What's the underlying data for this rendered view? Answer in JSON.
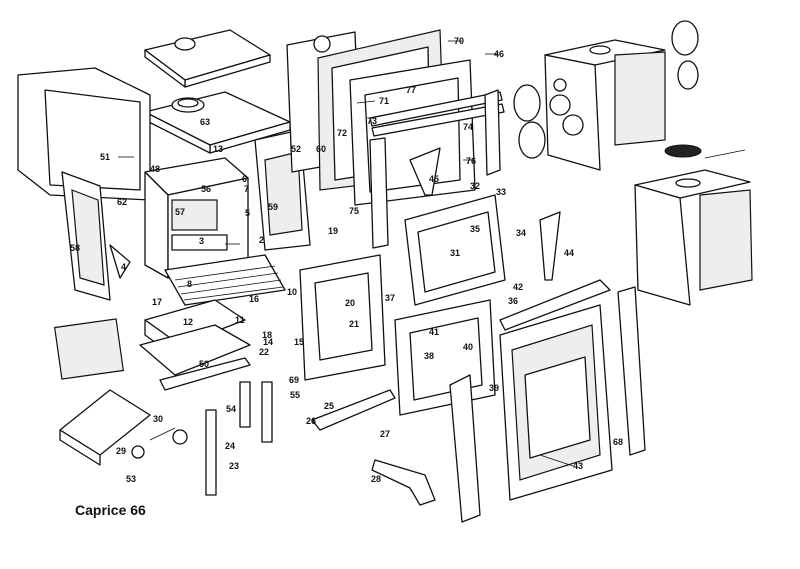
{
  "caption": "Caprice 66",
  "callouts": [
    "2",
    "3",
    "4",
    "5",
    "6",
    "7",
    "8",
    "10",
    "11",
    "12",
    "13",
    "14",
    "15",
    "16",
    "17",
    "18",
    "19",
    "20",
    "21",
    "22",
    "23",
    "24",
    "25",
    "26",
    "27",
    "28",
    "29",
    "30",
    "31",
    "32",
    "33",
    "34",
    "35",
    "36",
    "37",
    "38",
    "39",
    "40",
    "41",
    "42",
    "43",
    "44",
    "45",
    "46",
    "48",
    "50",
    "51",
    "52",
    "53",
    "54",
    "55",
    "56",
    "57",
    "58",
    "59",
    "60",
    "62",
    "63",
    "68",
    "69",
    "70",
    "71",
    "72",
    "73",
    "74",
    "75",
    "76",
    "77"
  ]
}
